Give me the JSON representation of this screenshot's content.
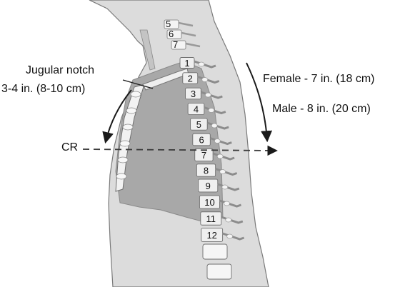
{
  "labels": {
    "jugular_notch": "Jugular notch",
    "sternum_distance": "3-4 in. (8-10 cm)",
    "female_length": "Female - 7 in. (18 cm)",
    "male_length": "Male - 8 in. (20 cm)",
    "central_ray": "CR"
  },
  "cervical_vertebrae": [
    "5",
    "6",
    "7"
  ],
  "thoracic_vertebrae": [
    "1",
    "2",
    "3",
    "4",
    "5",
    "6",
    "7",
    "8",
    "9",
    "10",
    "11",
    "12"
  ]
}
